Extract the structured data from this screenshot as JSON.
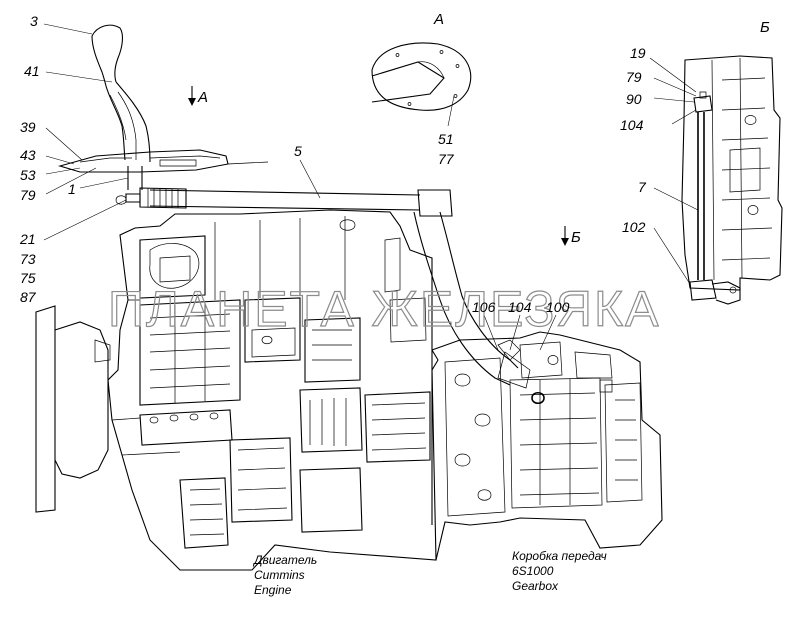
{
  "view_marks": {
    "a": "А",
    "b": "Б"
  },
  "callouts": {
    "n3": "3",
    "n41": "41",
    "n39": "39",
    "n43": "43",
    "n53": "53",
    "n79a": "79",
    "n1": "1",
    "n5": "5",
    "n21": "21",
    "n73": "73",
    "n75": "75",
    "n87": "87",
    "n51": "51",
    "n77": "77",
    "n19": "19",
    "n79b": "79",
    "n90": "90",
    "n104a": "104",
    "n7": "7",
    "n102": "102",
    "n106": "106",
    "n104b": "104",
    "n100": "100"
  },
  "captions": {
    "engine": [
      "Двигатель",
      "Cummins",
      "Engine"
    ],
    "gearbox": [
      "Коробка передач",
      "6S1000",
      "Gearbox"
    ]
  },
  "watermark": "ПЛАНЕТА ЖЕЛЕЗЯКА"
}
